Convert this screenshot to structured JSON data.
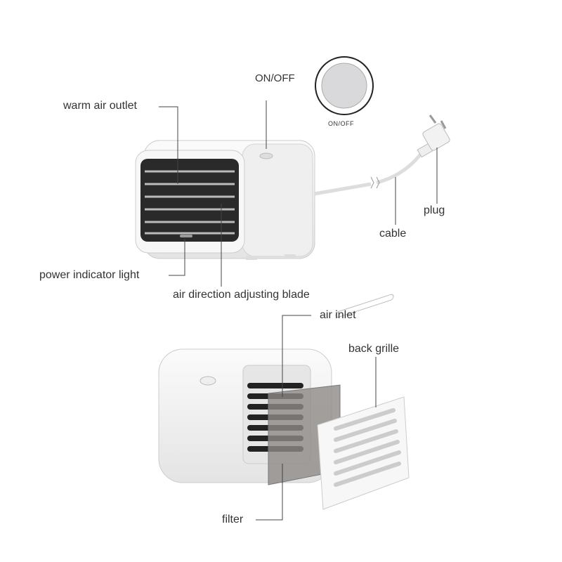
{
  "labels": {
    "on_off": "ON/OFF",
    "button_caption": "ON/OFF",
    "warm_air_outlet": "warm air outlet",
    "plug": "plug",
    "cable": "cable",
    "power_indicator_light": "power indicator light",
    "air_direction_adjusting_blade": "air direction adjusting blade",
    "air_inlet": "air inlet",
    "back_grille": "back grille",
    "filter": "filter"
  },
  "colors": {
    "line": "#444444",
    "body": "#f4f4f4",
    "grille": "#2a2a2a",
    "button": "#d9d9db"
  }
}
